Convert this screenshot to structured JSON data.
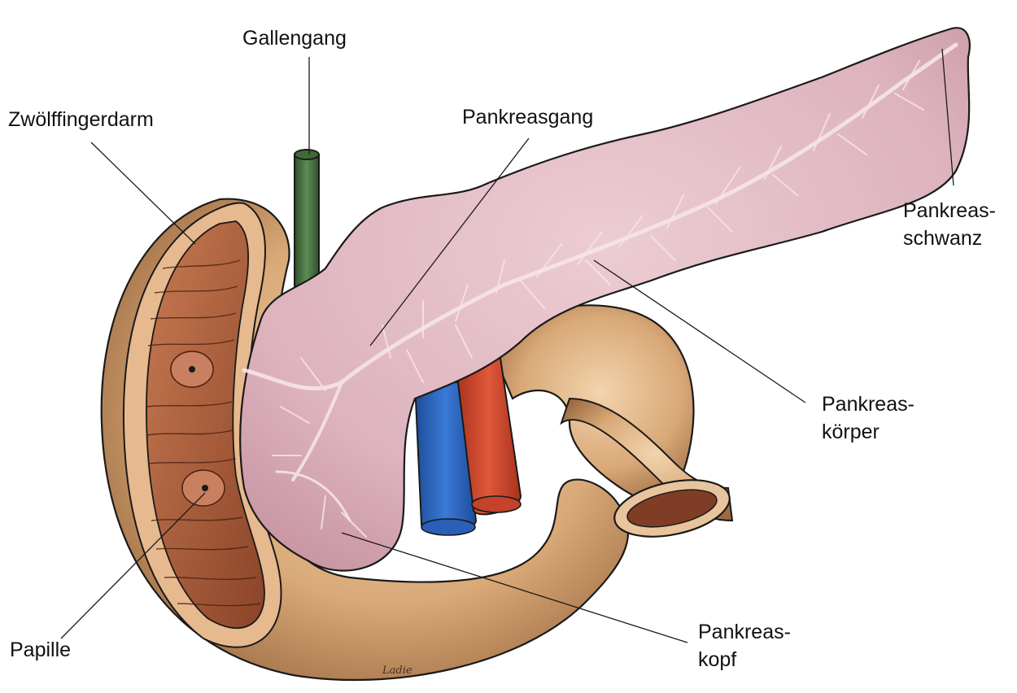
{
  "labels": {
    "gallengang": "Gallengang",
    "zwoelffingerdarm": "Zwölffingerdarm",
    "pankreasgang": "Pankreasgang",
    "pankreasschwanz": [
      "Pankreas-",
      "schwanz"
    ],
    "pankreaskoerper": [
      "Pankreas-",
      "körper"
    ],
    "pankreaskopf": [
      "Pankreas-",
      "kopf"
    ],
    "papille": "Papille"
  },
  "signature": "Ladie",
  "colors": {
    "pancreas": "#e2bcc4",
    "pancreas_duct": "#f6e4e6",
    "duodenum_outer": "#d9a978",
    "duodenum_inner": "#b8663f",
    "bile_duct": "#4f7a48",
    "vein": "#2a66c2",
    "artery": "#d24a2e",
    "outline": "#1a1a1a"
  },
  "icons": {
    "pancreas": "pancreas-illustration",
    "duodenum": "duodenum-illustration"
  }
}
